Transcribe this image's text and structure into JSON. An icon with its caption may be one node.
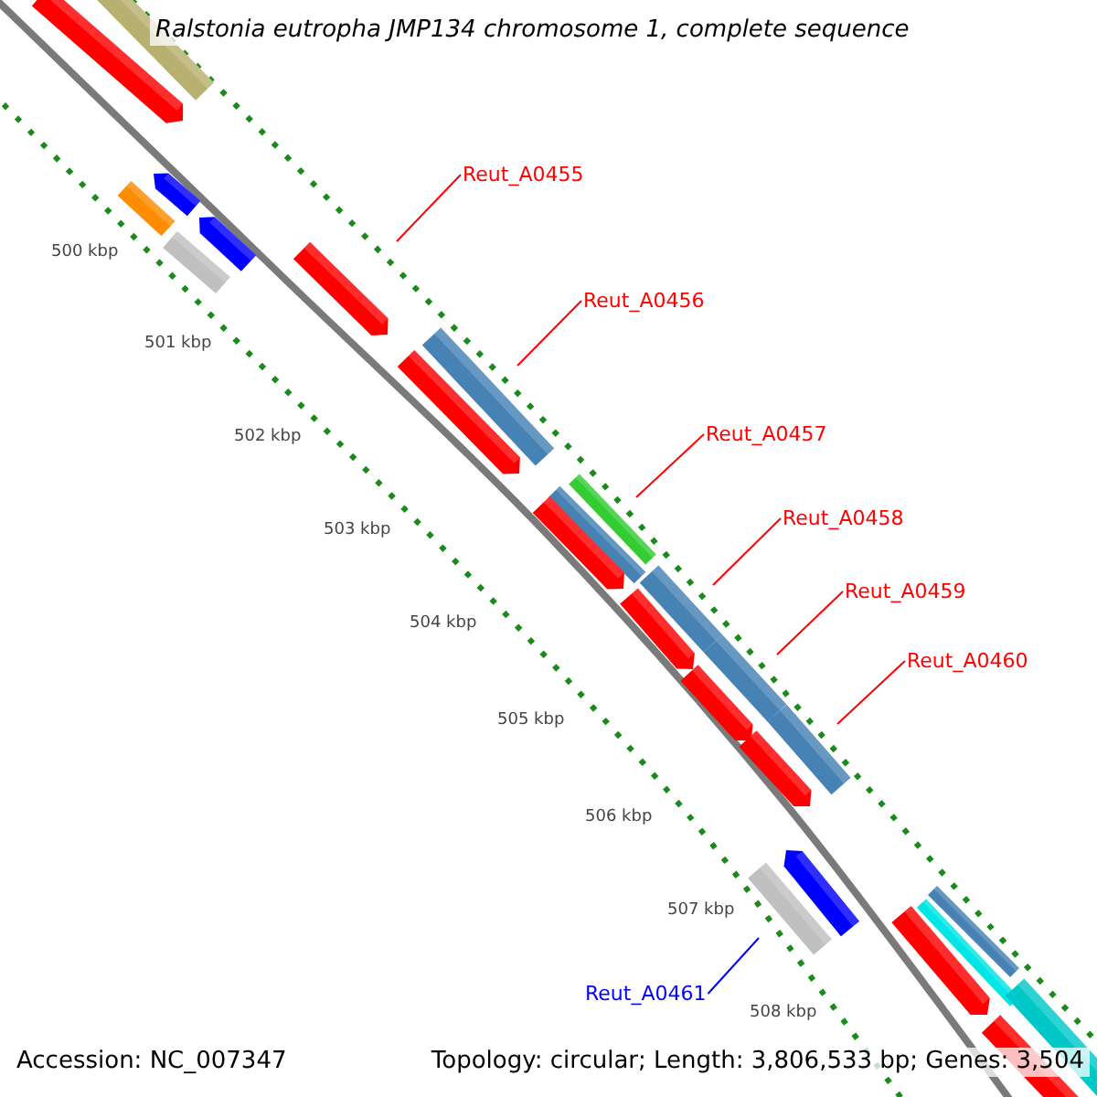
{
  "diagram": {
    "title": "Ralstonia eutropha JMP134 chromosome 1, complete sequence",
    "nodes": [
      {
        "text": [
          "Reut_A0455"
        ]
      },
      {
        "text": [
          "Reut_A0456"
        ]
      },
      {
        "text": [
          "Reut_A0457"
        ]
      },
      {
        "text": [
          "Reut_A0458"
        ]
      },
      {
        "text": [
          "Reut_A0459"
        ]
      },
      {
        "text": [
          "Reut_A0460"
        ]
      },
      {
        "text": [
          "Reut_A0461"
        ]
      }
    ],
    "edges": [
      {
        "from": 0,
        "to": null,
        "arrow": "none"
      },
      {
        "from": 1,
        "to": null,
        "arrow": "none"
      },
      {
        "from": 2,
        "to": null,
        "arrow": "none"
      },
      {
        "from": 3,
        "to": null,
        "arrow": "none"
      },
      {
        "from": 4,
        "to": null,
        "arrow": "none"
      },
      {
        "from": 5,
        "to": null,
        "arrow": "none"
      },
      {
        "from": 6,
        "to": null,
        "arrow": "none",
        "color": "#0000ff"
      }
    ],
    "labels": [
      "500 kbp",
      "501 kbp",
      "502 kbp",
      "503 kbp",
      "504 kbp",
      "505 kbp",
      "506 kbp",
      "507 kbp",
      "508 kbp",
      "Accession: NC_007347",
      "Topology: circular; Length: 3,806,533 bp; Genes: 3,504"
    ]
  }
}
